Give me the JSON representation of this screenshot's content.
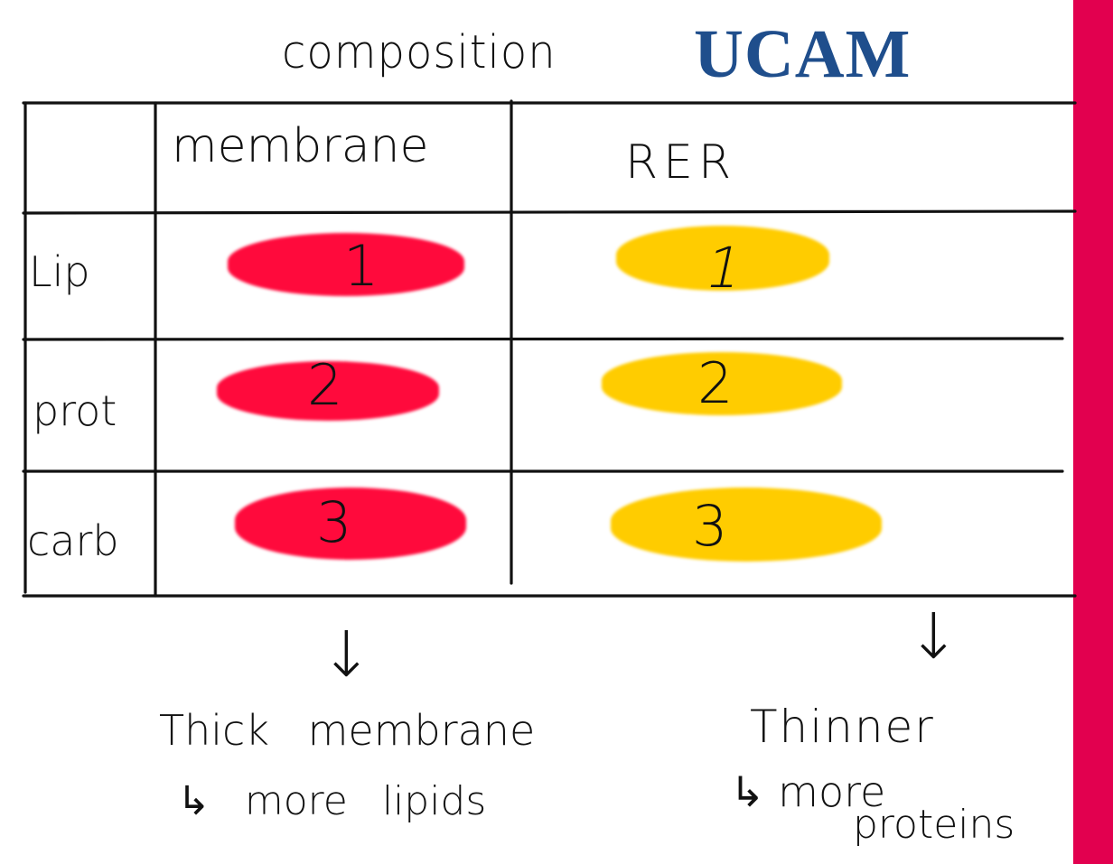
{
  "heading": {
    "title": "composition",
    "logo": "UCAM"
  },
  "colors": {
    "accent_bar": "#E2004F",
    "logo": "#1F4E8C",
    "membrane_highlight": "#FF0A3C",
    "rer_highlight": "#FFCC00",
    "line": "#111111"
  },
  "table": {
    "columns": [
      "membrane",
      "RER"
    ],
    "rows": [
      {
        "label": "Lip",
        "membrane": "1",
        "rer": "1"
      },
      {
        "label": "prot",
        "membrane": "2",
        "rer": "2"
      },
      {
        "label": "carb",
        "membrane": "3",
        "rer": "3"
      }
    ]
  },
  "notes": {
    "left": {
      "arrow": "↓",
      "line1": "Thick membrane",
      "line2": "↳ more lipids"
    },
    "right": {
      "arrow": "↓",
      "line1": "Thinner",
      "line2": "↳ more",
      "line3": "proteins"
    }
  }
}
